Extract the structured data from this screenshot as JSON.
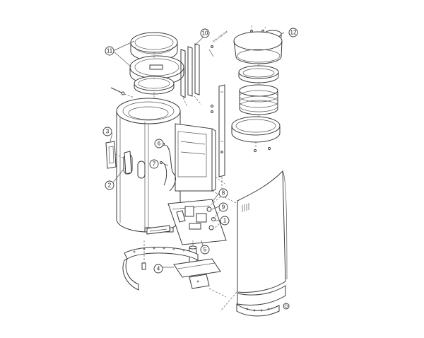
{
  "diagram": {
    "callouts": [
      {
        "id": "c1",
        "label": "1"
      },
      {
        "id": "c2",
        "label": "2"
      },
      {
        "id": "c3",
        "label": "3"
      },
      {
        "id": "c4",
        "label": "4"
      },
      {
        "id": "c5",
        "label": "5"
      },
      {
        "id": "c6",
        "label": "6"
      },
      {
        "id": "c7",
        "label": "7"
      },
      {
        "id": "c8",
        "label": "8"
      },
      {
        "id": "c9",
        "label": "9"
      },
      {
        "id": "c10",
        "label": "10"
      },
      {
        "id": "c11",
        "label": "11"
      },
      {
        "id": "c12",
        "label": "12"
      }
    ],
    "part_marking": "ЖТБ-1280-ЛКЖ"
  }
}
